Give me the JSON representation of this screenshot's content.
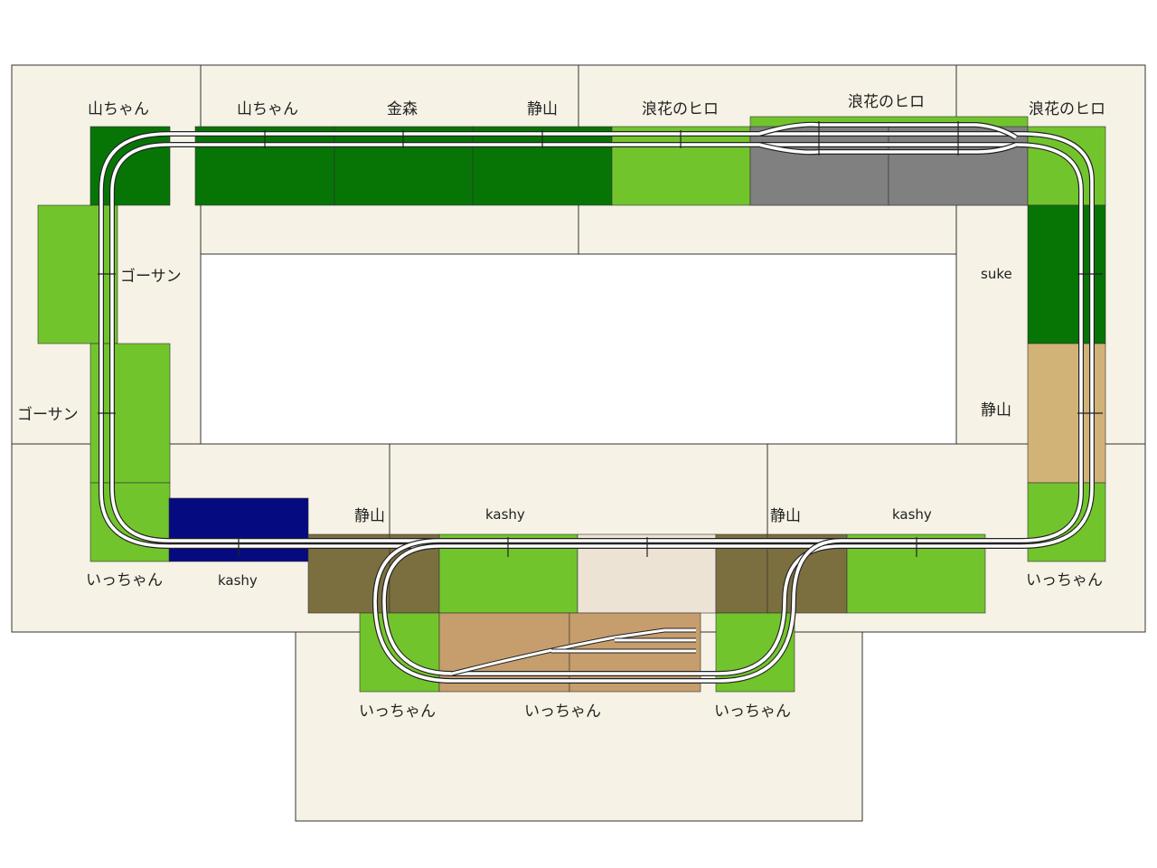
{
  "colors": {
    "table": "#f6f3e6",
    "table_border": "#333333",
    "dark_green": "#067506",
    "light_green": "#72c42c",
    "gray": "#808080",
    "tan": "#d1b277",
    "navy": "#050a80",
    "olive": "#7b6f40",
    "cream": "#ede3d5",
    "brown": "#c69d6c",
    "rail": "#222222"
  },
  "labels": {
    "yamachan_corner": "山ちゃん",
    "yamachan": "山ちゃん",
    "kanamori": "金森",
    "shizuyama_top": "静山",
    "naniwa_1": "浪花のヒロ",
    "naniwa_2": "浪花のヒロ",
    "naniwa_corner": "浪花のヒロ",
    "gosan_1": "ゴーサン",
    "gosan_2": "ゴーサン",
    "suke": "suke",
    "shizuyama_right": "静山",
    "shizuyama_mid": "静山",
    "kashy_mid": "kashy",
    "shizuyama_mid2": "静山",
    "kashy_right": "kashy",
    "icchan_bl": "いっちゃん",
    "kashy_bl": "kashy",
    "icchan_br": "いっちゃん",
    "icchan_1": "いっちゃん",
    "icchan_2": "いっちゃん",
    "icchan_3": "いっちゃん"
  }
}
